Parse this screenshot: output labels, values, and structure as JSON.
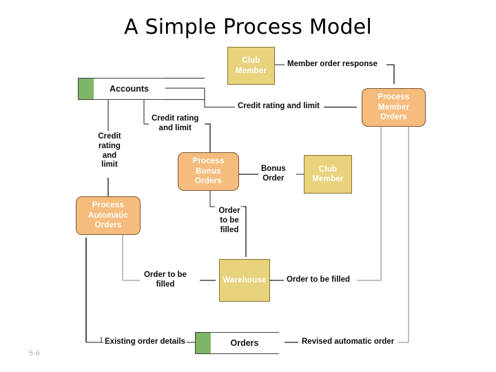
{
  "slide": {
    "title": "A Simple Process Model",
    "number": "5-6"
  },
  "colors": {
    "entity_fill": "#E8D27C",
    "entity_border": "#807334",
    "process_fill": "#F5BC7E",
    "process_border": "#7A5530",
    "store_bar": "#7FB566",
    "store_body": "#FFFFFF",
    "line": "#2E2E2E",
    "node_text": "#FFFFFF",
    "label_text": "#0B0B0B",
    "background": "#FFFFFF"
  },
  "diagram": {
    "type": "data-flow-diagram",
    "nodes": [
      {
        "id": "accounts",
        "kind": "data-store",
        "label": "Accounts"
      },
      {
        "id": "club-member-top",
        "kind": "external-entity",
        "label": "Club\nMember",
        "lines": [
          "Club",
          "Member"
        ]
      },
      {
        "id": "process-member-orders",
        "kind": "process",
        "label": "Process Member Orders",
        "lines": [
          "Process",
          "Member",
          "Orders"
        ]
      },
      {
        "id": "process-bonus-orders",
        "kind": "process",
        "label": "Process Bonus Orders",
        "lines": [
          "Process",
          "Bonus",
          "Orders"
        ]
      },
      {
        "id": "process-automatic-orders",
        "kind": "process",
        "label": "Process Automatic Orders",
        "lines": [
          "Process",
          "Automatic",
          "Orders"
        ]
      },
      {
        "id": "club-member-mid",
        "kind": "external-entity",
        "label": "Club\nMember",
        "lines": [
          "Club",
          "Member"
        ]
      },
      {
        "id": "warehouse",
        "kind": "external-entity",
        "label": "Warehouse"
      },
      {
        "id": "orders",
        "kind": "data-store",
        "label": "Orders"
      }
    ],
    "flows": [
      {
        "id": "f1",
        "label": "Member order response",
        "lines": [
          "Member order response"
        ],
        "from": "club-member-top",
        "to": "process-member-orders"
      },
      {
        "id": "f2",
        "label": "Credit rating and limit",
        "lines": [
          "Credit rating and limit"
        ],
        "from": "accounts",
        "to": "process-member-orders"
      },
      {
        "id": "f3",
        "label": "Credit rating and limit",
        "lines": [
          "Credit rating",
          "and limit"
        ],
        "from": "accounts",
        "to": "process-bonus-orders"
      },
      {
        "id": "f4",
        "label": "Credit rating and limit",
        "lines": [
          "Credit",
          "rating",
          "and",
          "limit"
        ],
        "from": "accounts",
        "to": "process-automatic-orders"
      },
      {
        "id": "f5",
        "label": "Bonus Order",
        "lines": [
          "Bonus",
          "Order"
        ],
        "from": "club-member-mid",
        "to": "process-bonus-orders"
      },
      {
        "id": "f6",
        "label": "Order to be filled",
        "lines": [
          "Order",
          "to be",
          "filled"
        ],
        "from": "process-bonus-orders",
        "to": "warehouse"
      },
      {
        "id": "f7",
        "label": "Order to be filled",
        "lines": [
          "Order to be",
          "filled"
        ],
        "from": "process-automatic-orders",
        "to": "warehouse"
      },
      {
        "id": "f8",
        "label": "Order to be filled",
        "lines": [
          "Order to be filled"
        ],
        "from": "process-member-orders",
        "to": "warehouse"
      },
      {
        "id": "f9",
        "label": "Existing order details",
        "lines": [
          "Existing order details"
        ],
        "from": "orders",
        "to": "process-automatic-orders"
      },
      {
        "id": "f10",
        "label": "Orders",
        "lines": [
          "Orders"
        ],
        "from": "orders",
        "to": "orders"
      },
      {
        "id": "f11",
        "label": "Revised automatic order",
        "lines": [
          "Revised automatic order"
        ],
        "from": "process-member-orders",
        "to": "orders"
      }
    ]
  }
}
